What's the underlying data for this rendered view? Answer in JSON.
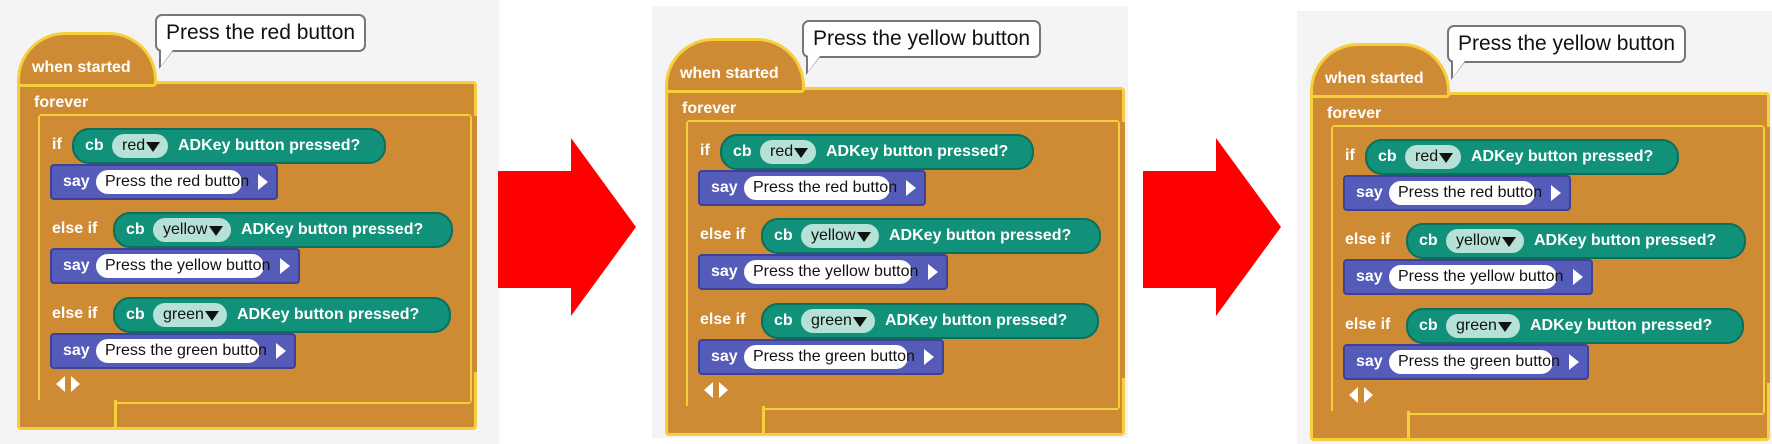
{
  "hat_label": "when started",
  "forever_label": "forever",
  "kw": {
    "if": "if",
    "else_if": "else if",
    "say": "say",
    "cb": "cb",
    "pressed": "ADKey button pressed?"
  },
  "colors": {
    "control": "#cf8a34",
    "outline": "#f6cf3c",
    "sensor": "#12917a",
    "looks": "#555bb9",
    "arrow": "#ff0000",
    "panel": "#f4f4f6"
  },
  "panels": [
    {
      "bubble": "Press the red button",
      "branches": [
        {
          "color": "red",
          "say": "Press the red button"
        },
        {
          "color": "yellow",
          "say": "Press the yellow button"
        },
        {
          "color": "green",
          "say": "Press the green button"
        }
      ]
    },
    {
      "bubble": "Press the yellow button",
      "branches": [
        {
          "color": "red",
          "say": "Press the red button"
        },
        {
          "color": "yellow",
          "say": "Press the yellow button"
        },
        {
          "color": "green",
          "say": "Press the green button"
        }
      ]
    },
    {
      "bubble": "Press the yellow button",
      "branches": [
        {
          "color": "red",
          "say": "Press the red button"
        },
        {
          "color": "yellow",
          "say": "Press the yellow button"
        },
        {
          "color": "green",
          "say": "Press the green button"
        }
      ]
    }
  ],
  "arrows": [
    {
      "icon": "right-arrow-icon"
    },
    {
      "icon": "right-arrow-icon"
    }
  ]
}
